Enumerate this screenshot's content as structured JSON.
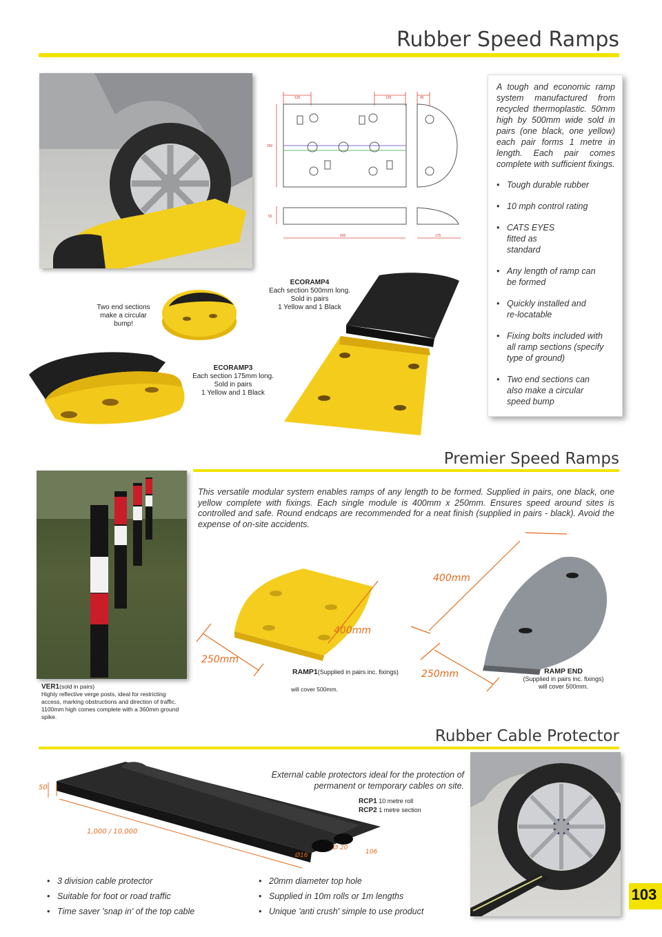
{
  "section1": {
    "title": "Rubber Speed Ramps",
    "description": "A tough and economic ramp system manufactured from recycled thermoplastic. 50mm high by 500mm wide sold in pairs (one black, one yellow) each pair forms 1 metre in length. Each pair comes complete with sufficient fixings.",
    "features": [
      "Tough durable rubber",
      "10 mph control rating",
      "CATS EYES fitted as standard",
      "Any length of ramp can be formed",
      "Quickly installed and re-locatable",
      "Fixing bolts included with all ramp sections (specify type of ground)",
      "Two end sections can also make a circular speed bump"
    ],
    "end_sections_caption": "Two end sections make a circular bump!",
    "ecoramp4": {
      "code": "ECORAMP4",
      "lines": [
        "Each section 500mm long.",
        "Sold in pairs",
        "1 Yellow and 1 Black"
      ]
    },
    "ecoramp3": {
      "code": "ECORAMP3",
      "lines": [
        "Each section 175mm long.",
        "Sold in pairs",
        "1 Yellow and 1 Black"
      ]
    },
    "drawing_dims": {
      "d125a": "125",
      "d125b": "125",
      "d45": "45",
      "d250": "250",
      "d50": "50",
      "d500": "500",
      "d175": "175"
    }
  },
  "section2": {
    "title": "Premier Speed Ramps",
    "description": "This versatile modular system enables ramps of any length to be formed. Supplied in pairs, one black, one yellow complete with fixings. Each single module is 400mm x 250mm. Ensures speed around sites is controlled and safe. Round endcaps are recommended for a neat finish (supplied in pairs - black). Avoid the expense of on-site accidents.",
    "ver1": {
      "code": "VER1",
      "note": "(sold in pairs)",
      "text": "Highly reflective verge posts, ideal for restricting access, marking obstructions and direction of traffic. 1100mm high comes complete with a 360mm ground spike."
    },
    "ramp1": {
      "code": "RAMP1",
      "note": "(Supplied in pairs inc. fixings)",
      "cover": "will cover 500mm."
    },
    "ramp_end": {
      "code": "RAMP END",
      "note": "(Supplied in pairs inc. fixings)",
      "cover": "will cover 500mm."
    },
    "dims": {
      "ramp_len": "400mm",
      "ramp_width": "250mm",
      "end_len": "400mm",
      "end_width": "250mm"
    }
  },
  "section3": {
    "title": "Rubber Cable Protector",
    "description": "External cable protectors ideal for the protection of permanent or temporary cables on site.",
    "rcp1": {
      "code": "RCP1",
      "text": "10 metre roll"
    },
    "rcp2": {
      "code": "RCP2",
      "text": "1 metre section"
    },
    "dims": {
      "height": "50",
      "length": "1,000 / 10,000",
      "d16": "Ø16",
      "d20": "Ø 20",
      "d106": "106"
    },
    "bullets_left": [
      "3 division cable protector",
      "Suitable for foot or road traffic",
      "Time saver 'snap in' of the top cable"
    ],
    "bullets_right": [
      "20mm diameter top hole",
      "Supplied in 10m rolls or 1m lengths",
      "Unique 'anti crush' simple to use product"
    ]
  },
  "page_number": "103",
  "colors": {
    "accent_yellow": "#f2e300",
    "ramp_yellow": "#f5cf1a",
    "dim_orange": "#e26b1c",
    "rubber_black": "#262626"
  }
}
